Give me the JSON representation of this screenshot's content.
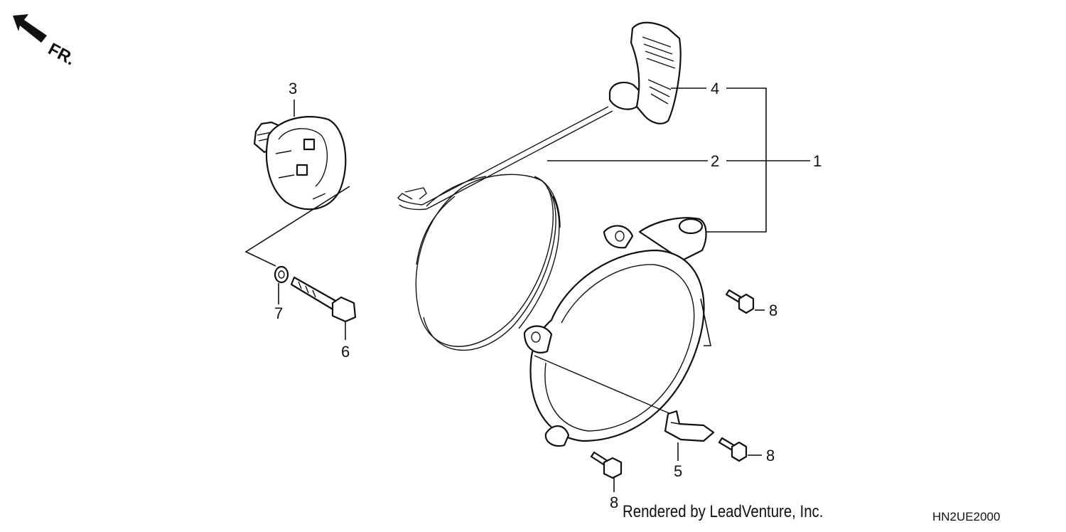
{
  "orientation": {
    "label": "FR.",
    "icon": "arrow-front-icon"
  },
  "callouts": {
    "c1": "1",
    "c2": "2",
    "c3": "3",
    "c4": "4",
    "c5": "5",
    "c6": "6",
    "c7": "7",
    "c8a": "8",
    "c8b": "8",
    "c8c": "8"
  },
  "credit": "Rendered by LeadVenture, Inc.",
  "diagram_code": "HN2UE2000"
}
